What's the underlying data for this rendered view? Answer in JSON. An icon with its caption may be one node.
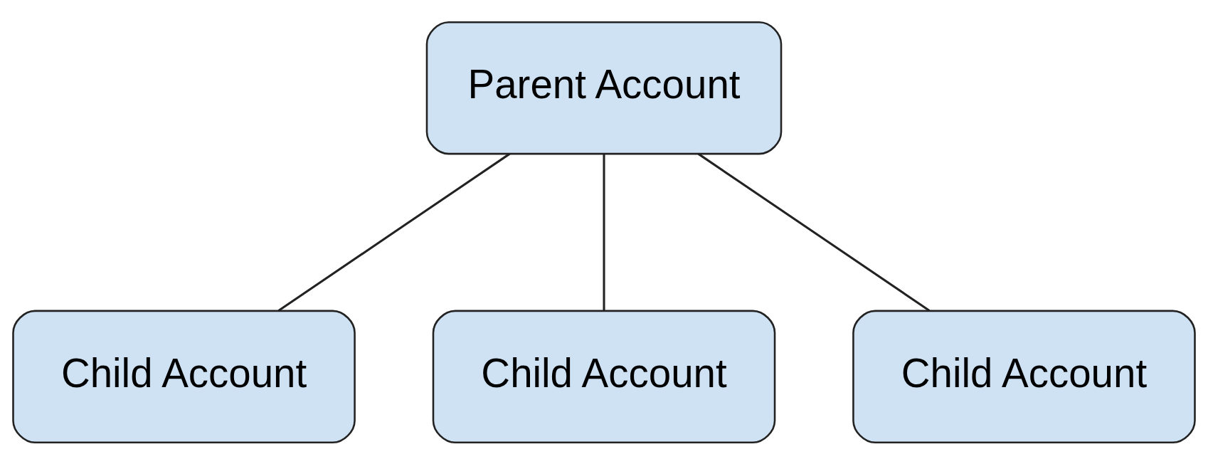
{
  "diagram": {
    "nodes": [
      {
        "text": [
          "Parent Account"
        ]
      },
      {
        "text": [
          "Child Account"
        ]
      },
      {
        "text": [
          "Child Account"
        ]
      },
      {
        "text": [
          "Child Account"
        ]
      }
    ],
    "edges": [
      {
        "from": 0,
        "to": 1,
        "arrow": "none"
      },
      {
        "from": 0,
        "to": 2,
        "arrow": "none"
      },
      {
        "from": 0,
        "to": 3,
        "arrow": "none"
      }
    ]
  }
}
